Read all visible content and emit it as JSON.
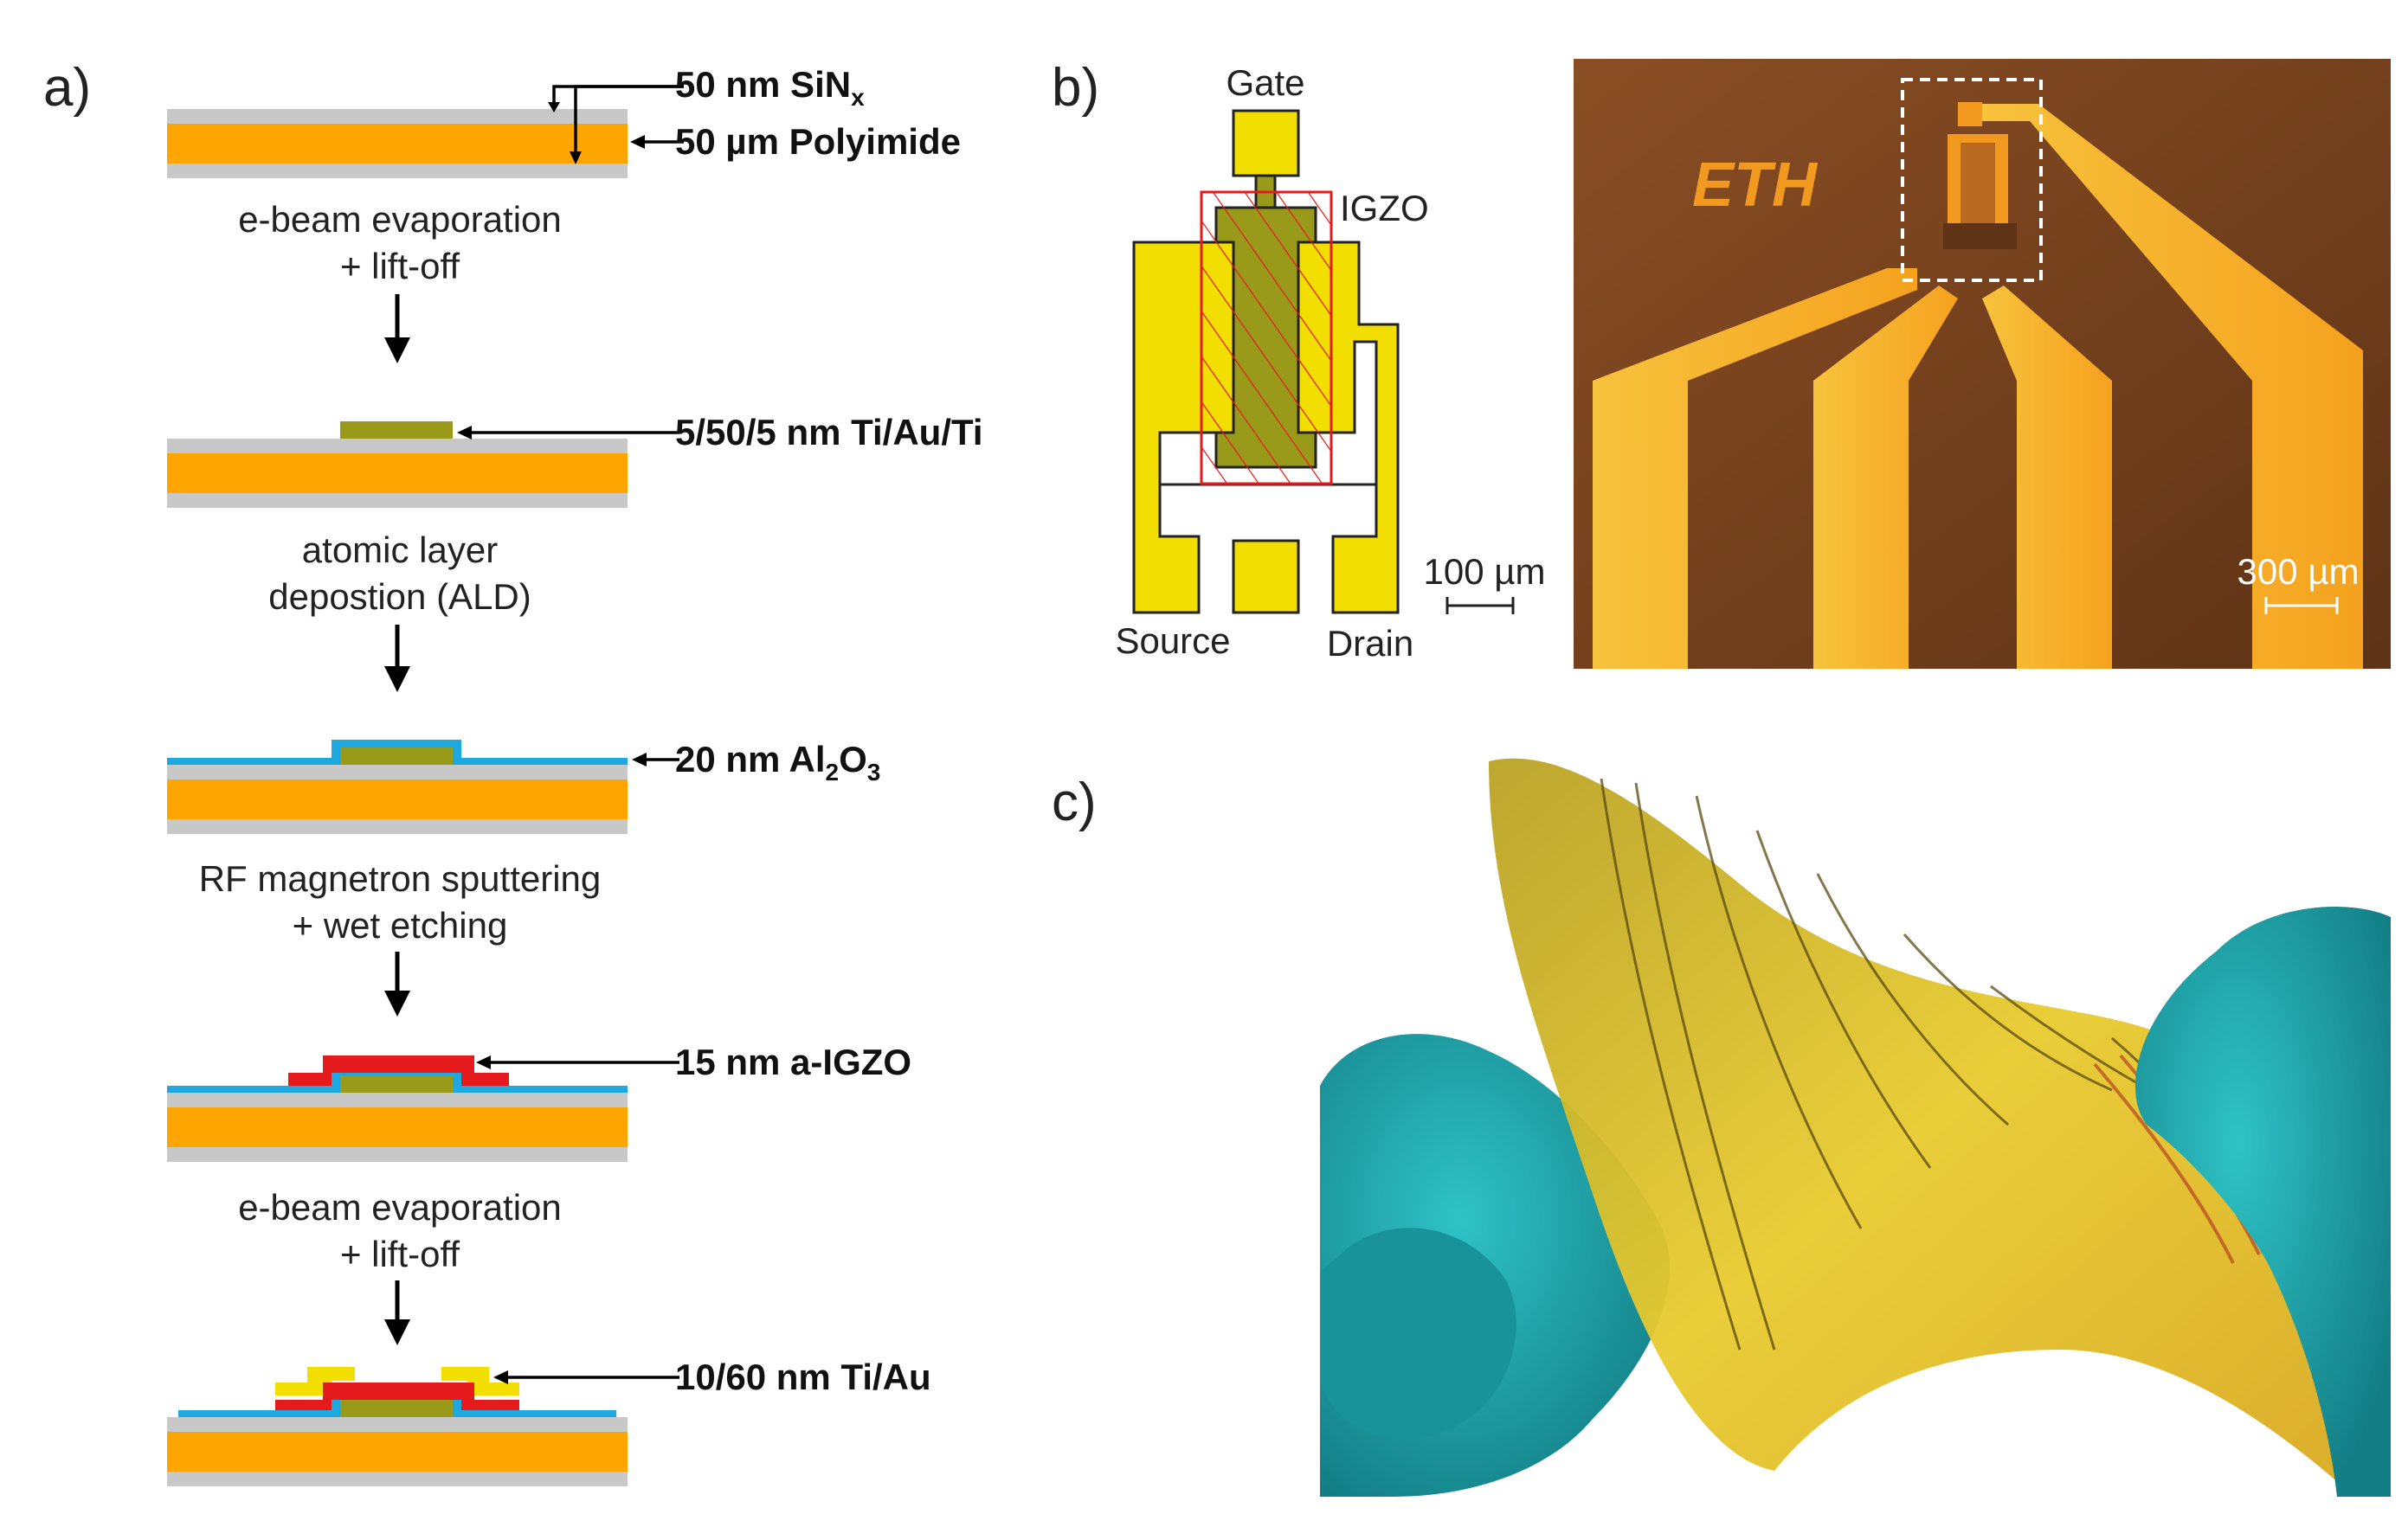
{
  "panel_a": {
    "label": "a)",
    "annotations": {
      "sinx": {
        "main": "50 nm SiN",
        "sub": "x"
      },
      "polyimide": "50 µm Polyimide",
      "tiauti": "5/50/5 nm Ti/Au/Ti",
      "al2o3": {
        "pre": "20 nm Al",
        "sub1": "2",
        "mid": "O",
        "sub2": "3"
      },
      "igzo": "15 nm a-IGZO",
      "tiau": "10/60 nm Ti/Au"
    },
    "steps": [
      {
        "line1": "e-beam evaporation",
        "line2": "+ lift-off"
      },
      {
        "line1": "atomic layer",
        "line2": "depostion (ALD)"
      },
      {
        "line1": "RF magnetron sputtering",
        "line2": "+ wet etching"
      },
      {
        "line1": "e-beam evaporation",
        "line2": "+ lift-off"
      }
    ]
  },
  "panel_b": {
    "label": "b)",
    "gate": "Gate",
    "igzo": "IGZO",
    "source": "Source",
    "drain": "Drain",
    "scale_schematic": "100 µm",
    "micrograph": {
      "logo": "ETH",
      "scale": "300 µm"
    }
  },
  "panel_c": {
    "label": "c)"
  },
  "colors": {
    "polyimide": "#FFA500",
    "sinx": "#C8C8C8",
    "gate_metal": "#9A9A1A",
    "al2o3": "#1EA8E0",
    "igzo": "#E41A1C",
    "contact_metal": "#F2DE00",
    "glove": "#1FA3A8"
  }
}
